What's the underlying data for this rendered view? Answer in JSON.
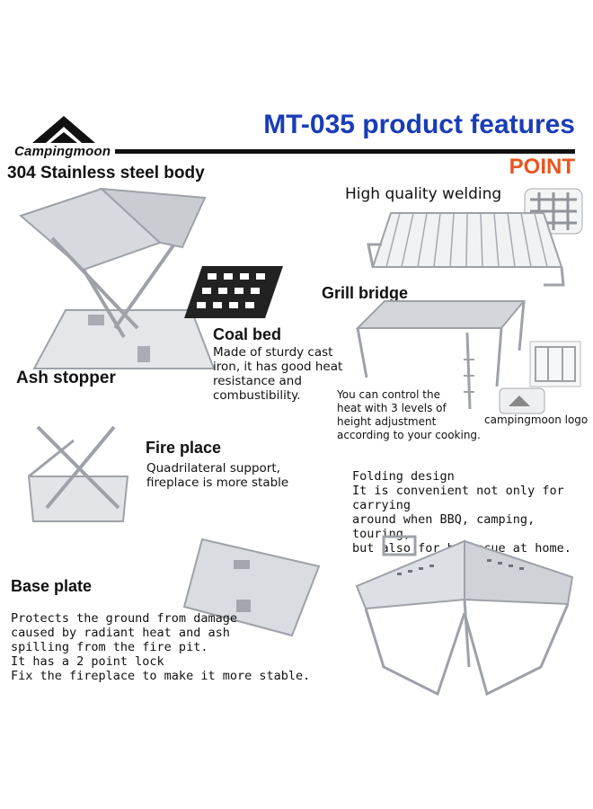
{
  "brand": {
    "name": "Campingmoon",
    "logo_icon": "mountain-logo-icon"
  },
  "header": {
    "title": "MT-035 product features",
    "point": "POINT"
  },
  "features": {
    "body": {
      "title": "304 Stainless steel body"
    },
    "ash_stopper": {
      "title": "Ash stopper"
    },
    "coal_bed": {
      "title": "Coal bed",
      "lines": [
        "Made of sturdy cast",
        "iron, it has good heat",
        "resistance and",
        "combustibility."
      ]
    },
    "welding": {
      "title": "High quality welding"
    },
    "grill_bridge": {
      "title": "Grill bridge",
      "lines": [
        "You can control the",
        "heat with 3 levels of",
        "height adjustment",
        "according to your cooking."
      ],
      "logo_caption": "campingmoon logo"
    },
    "fire_place": {
      "title": "Fire place",
      "lines": [
        "Quadrilateral support,",
        "fireplace is more stable"
      ]
    },
    "folding": {
      "title": "Folding design",
      "lines": [
        "It is convenient not only for carrying",
        "around when BBQ, camping, touring,",
        "but also for barbecue at home."
      ]
    },
    "base_plate": {
      "title": "Base plate",
      "lines": [
        "Protects the ground from damage",
        "caused by radiant heat and ash",
        "spilling from the fire pit.",
        "It has a 2 point lock",
        "Fix the fireplace to make it more stable."
      ]
    }
  },
  "colors": {
    "title_blue": "#1a3cb8",
    "point_orange": "#e8561f",
    "steel": "#b9bcc1"
  }
}
